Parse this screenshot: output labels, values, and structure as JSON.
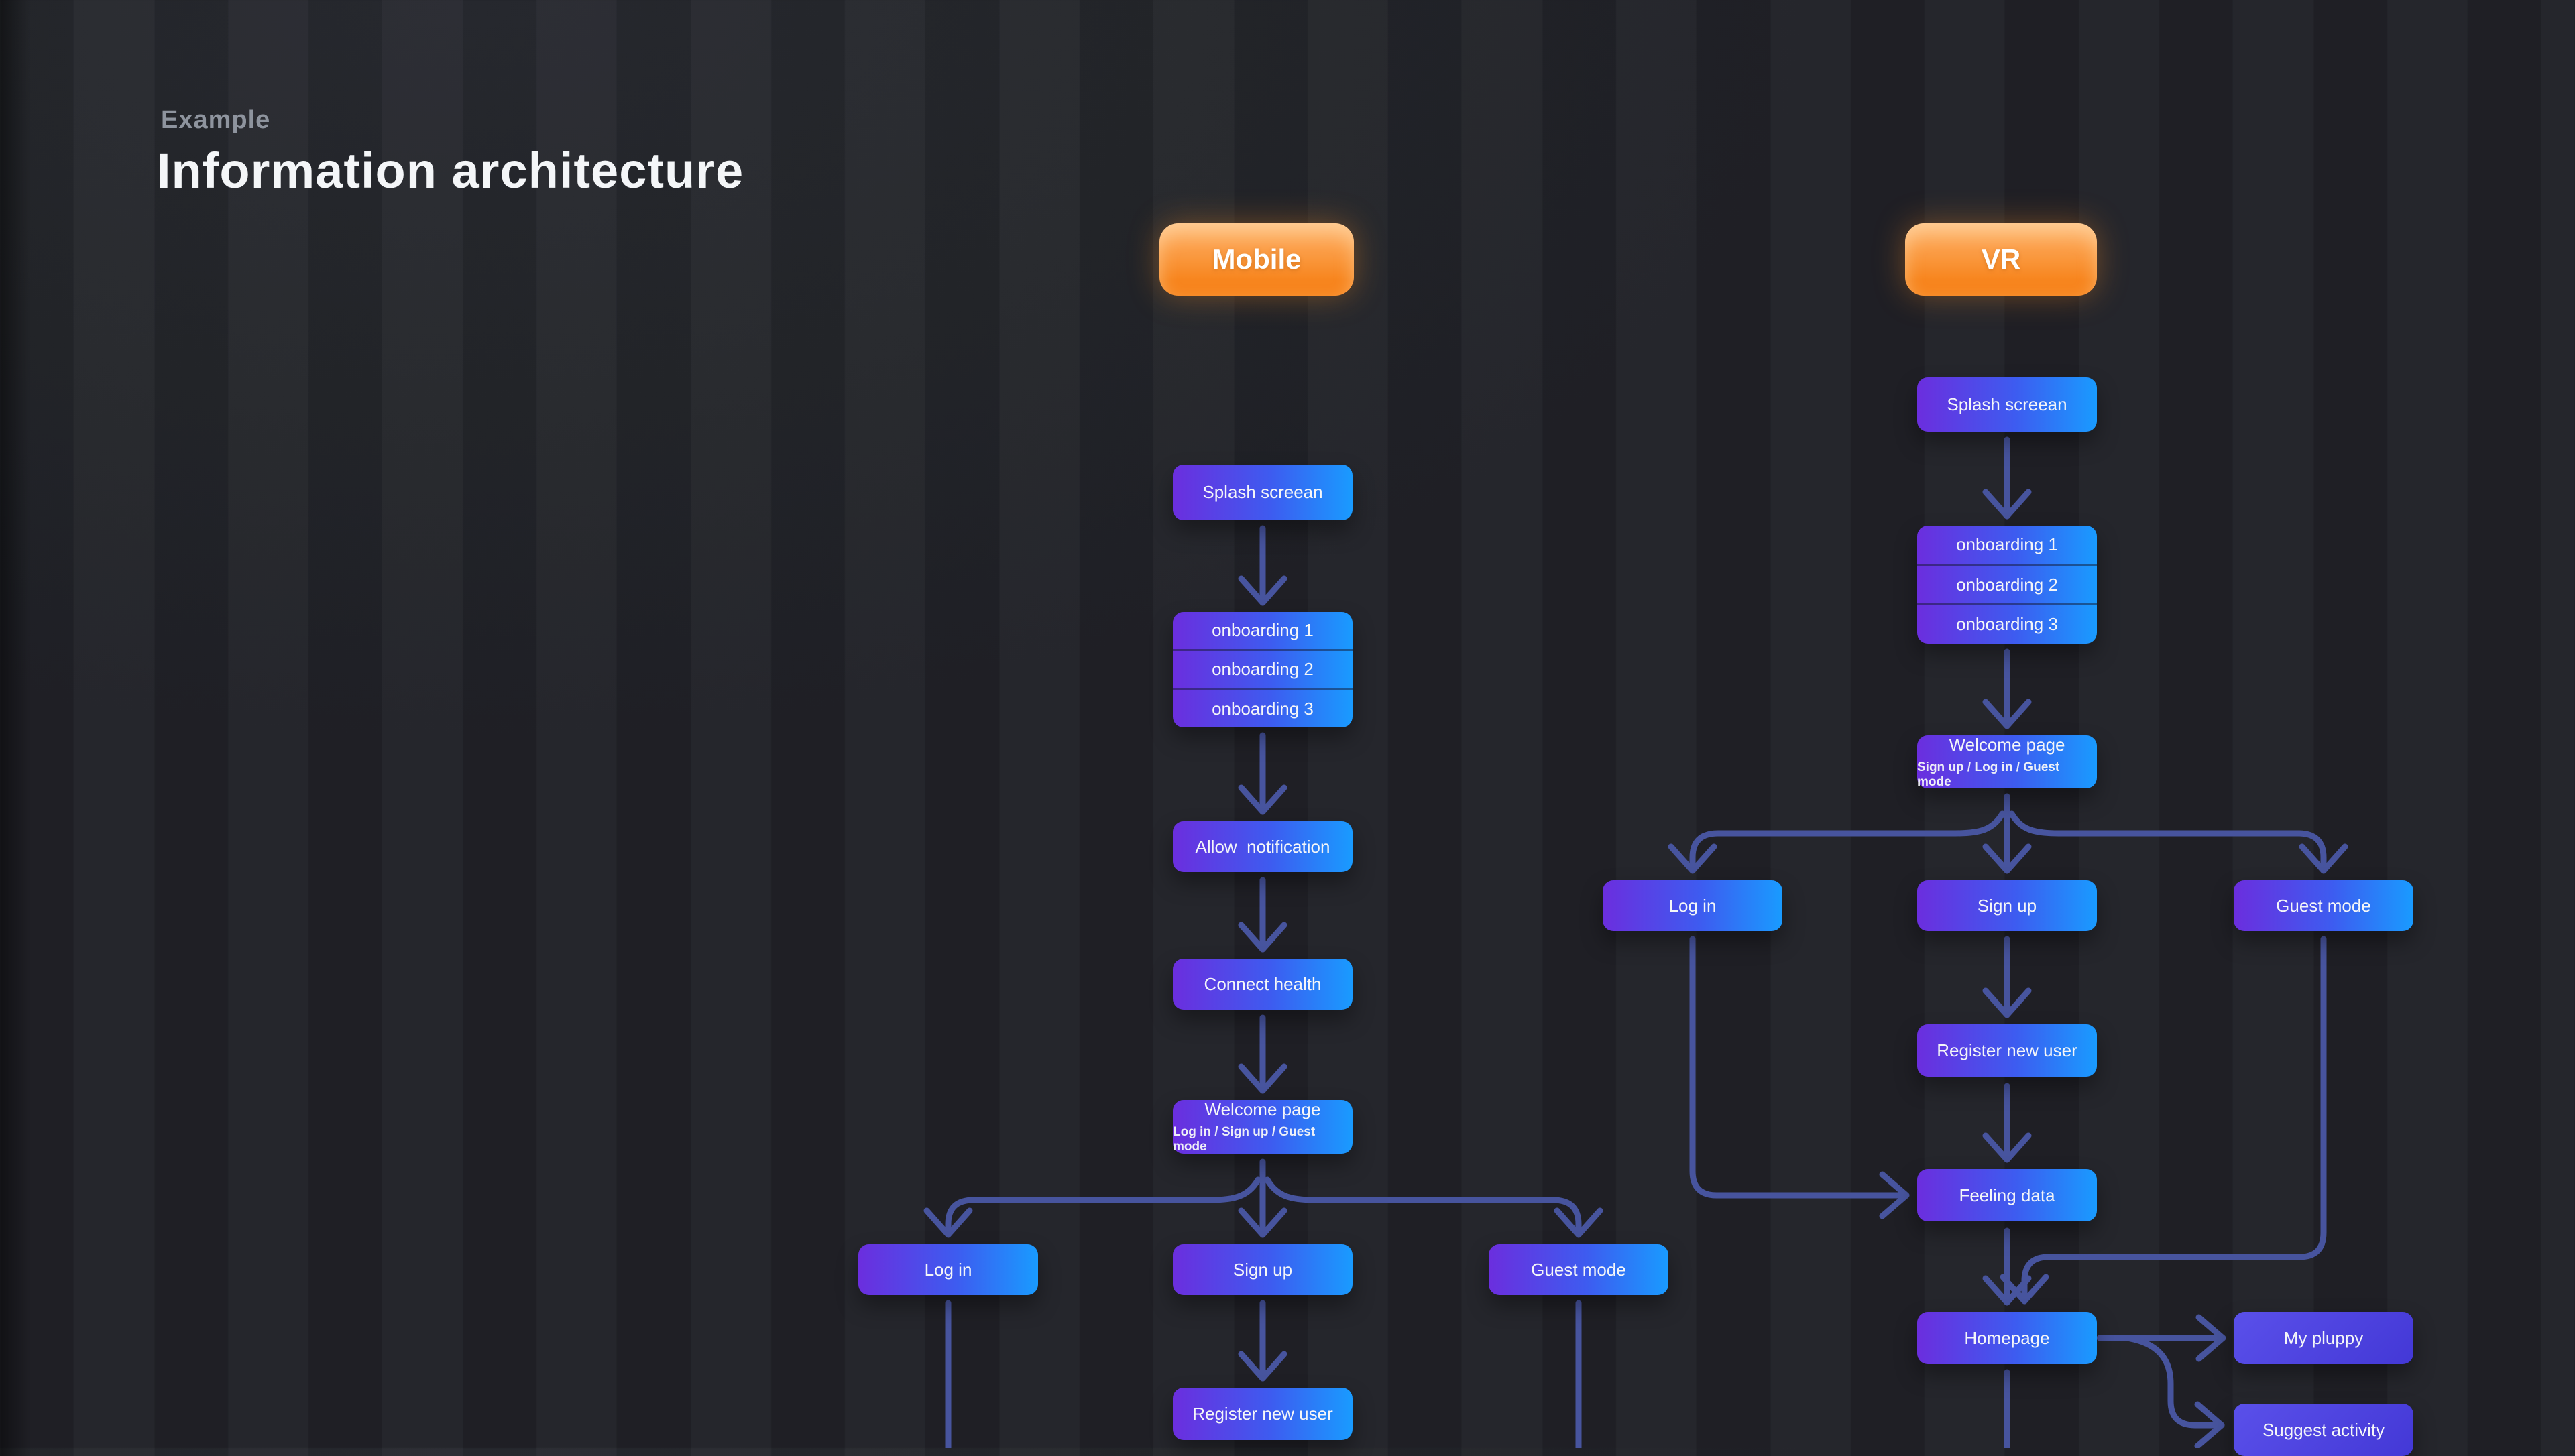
{
  "page": {
    "eyebrow": "Example",
    "title": "Information architecture"
  },
  "theme": {
    "bg": "#26282d",
    "node-a": "#6b2ede",
    "node-b": "#199bff",
    "solid-a": "#5a50ea",
    "solid-b": "#4338d6",
    "arrow": "#47549e",
    "orange-a": "#ffb56e",
    "orange-b": "#f7851e",
    "text": "#f4f6f8",
    "muted": "#8e949e"
  },
  "mobile": {
    "header": "Mobile",
    "splash": "Splash screean",
    "onboarding": [
      "onboarding 1",
      "onboarding 2",
      "onboarding 3"
    ],
    "allow": "Allow  notification",
    "connect": "Connect health",
    "welcome_title": "Welcome page",
    "welcome_sub": "Log in / Sign up / Guest mode",
    "login": "Log in",
    "signup": "Sign up",
    "guest": "Guest mode",
    "register": "Register new user",
    "edges": [
      {
        "from": "splash",
        "to": "onboarding"
      },
      {
        "from": "onboarding",
        "to": "allow"
      },
      {
        "from": "allow",
        "to": "connect"
      },
      {
        "from": "connect",
        "to": "welcome"
      },
      {
        "from": "welcome",
        "to": "login"
      },
      {
        "from": "welcome",
        "to": "signup"
      },
      {
        "from": "welcome",
        "to": "guest"
      },
      {
        "from": "signup",
        "to": "register"
      },
      {
        "from": "login",
        "to": "offscreen-bottom"
      },
      {
        "from": "guest",
        "to": "offscreen-bottom"
      }
    ]
  },
  "vr": {
    "header": "VR",
    "splash": "Splash screean",
    "onboarding": [
      "onboarding 1",
      "onboarding 2",
      "onboarding 3"
    ],
    "welcome_title": "Welcome page",
    "welcome_sub": "Sign up / Log in / Guest mode",
    "login": "Log in",
    "signup": "Sign up",
    "guest": "Guest mode",
    "register": "Register new user",
    "feeling": "Feeling data",
    "homepage": "Homepage",
    "my_pluppy": "My pluppy",
    "suggest": "Suggest activity",
    "edges": [
      {
        "from": "splash",
        "to": "onboarding"
      },
      {
        "from": "onboarding",
        "to": "welcome"
      },
      {
        "from": "welcome",
        "to": "login"
      },
      {
        "from": "welcome",
        "to": "signup"
      },
      {
        "from": "welcome",
        "to": "guest"
      },
      {
        "from": "signup",
        "to": "register"
      },
      {
        "from": "register",
        "to": "feeling"
      },
      {
        "from": "login",
        "to": "feeling"
      },
      {
        "from": "feeling",
        "to": "homepage"
      },
      {
        "from": "guest",
        "to": "homepage"
      },
      {
        "from": "homepage",
        "to": "my_pluppy"
      },
      {
        "from": "homepage",
        "to": "suggest"
      },
      {
        "from": "homepage",
        "to": "offscreen-bottom"
      }
    ]
  }
}
